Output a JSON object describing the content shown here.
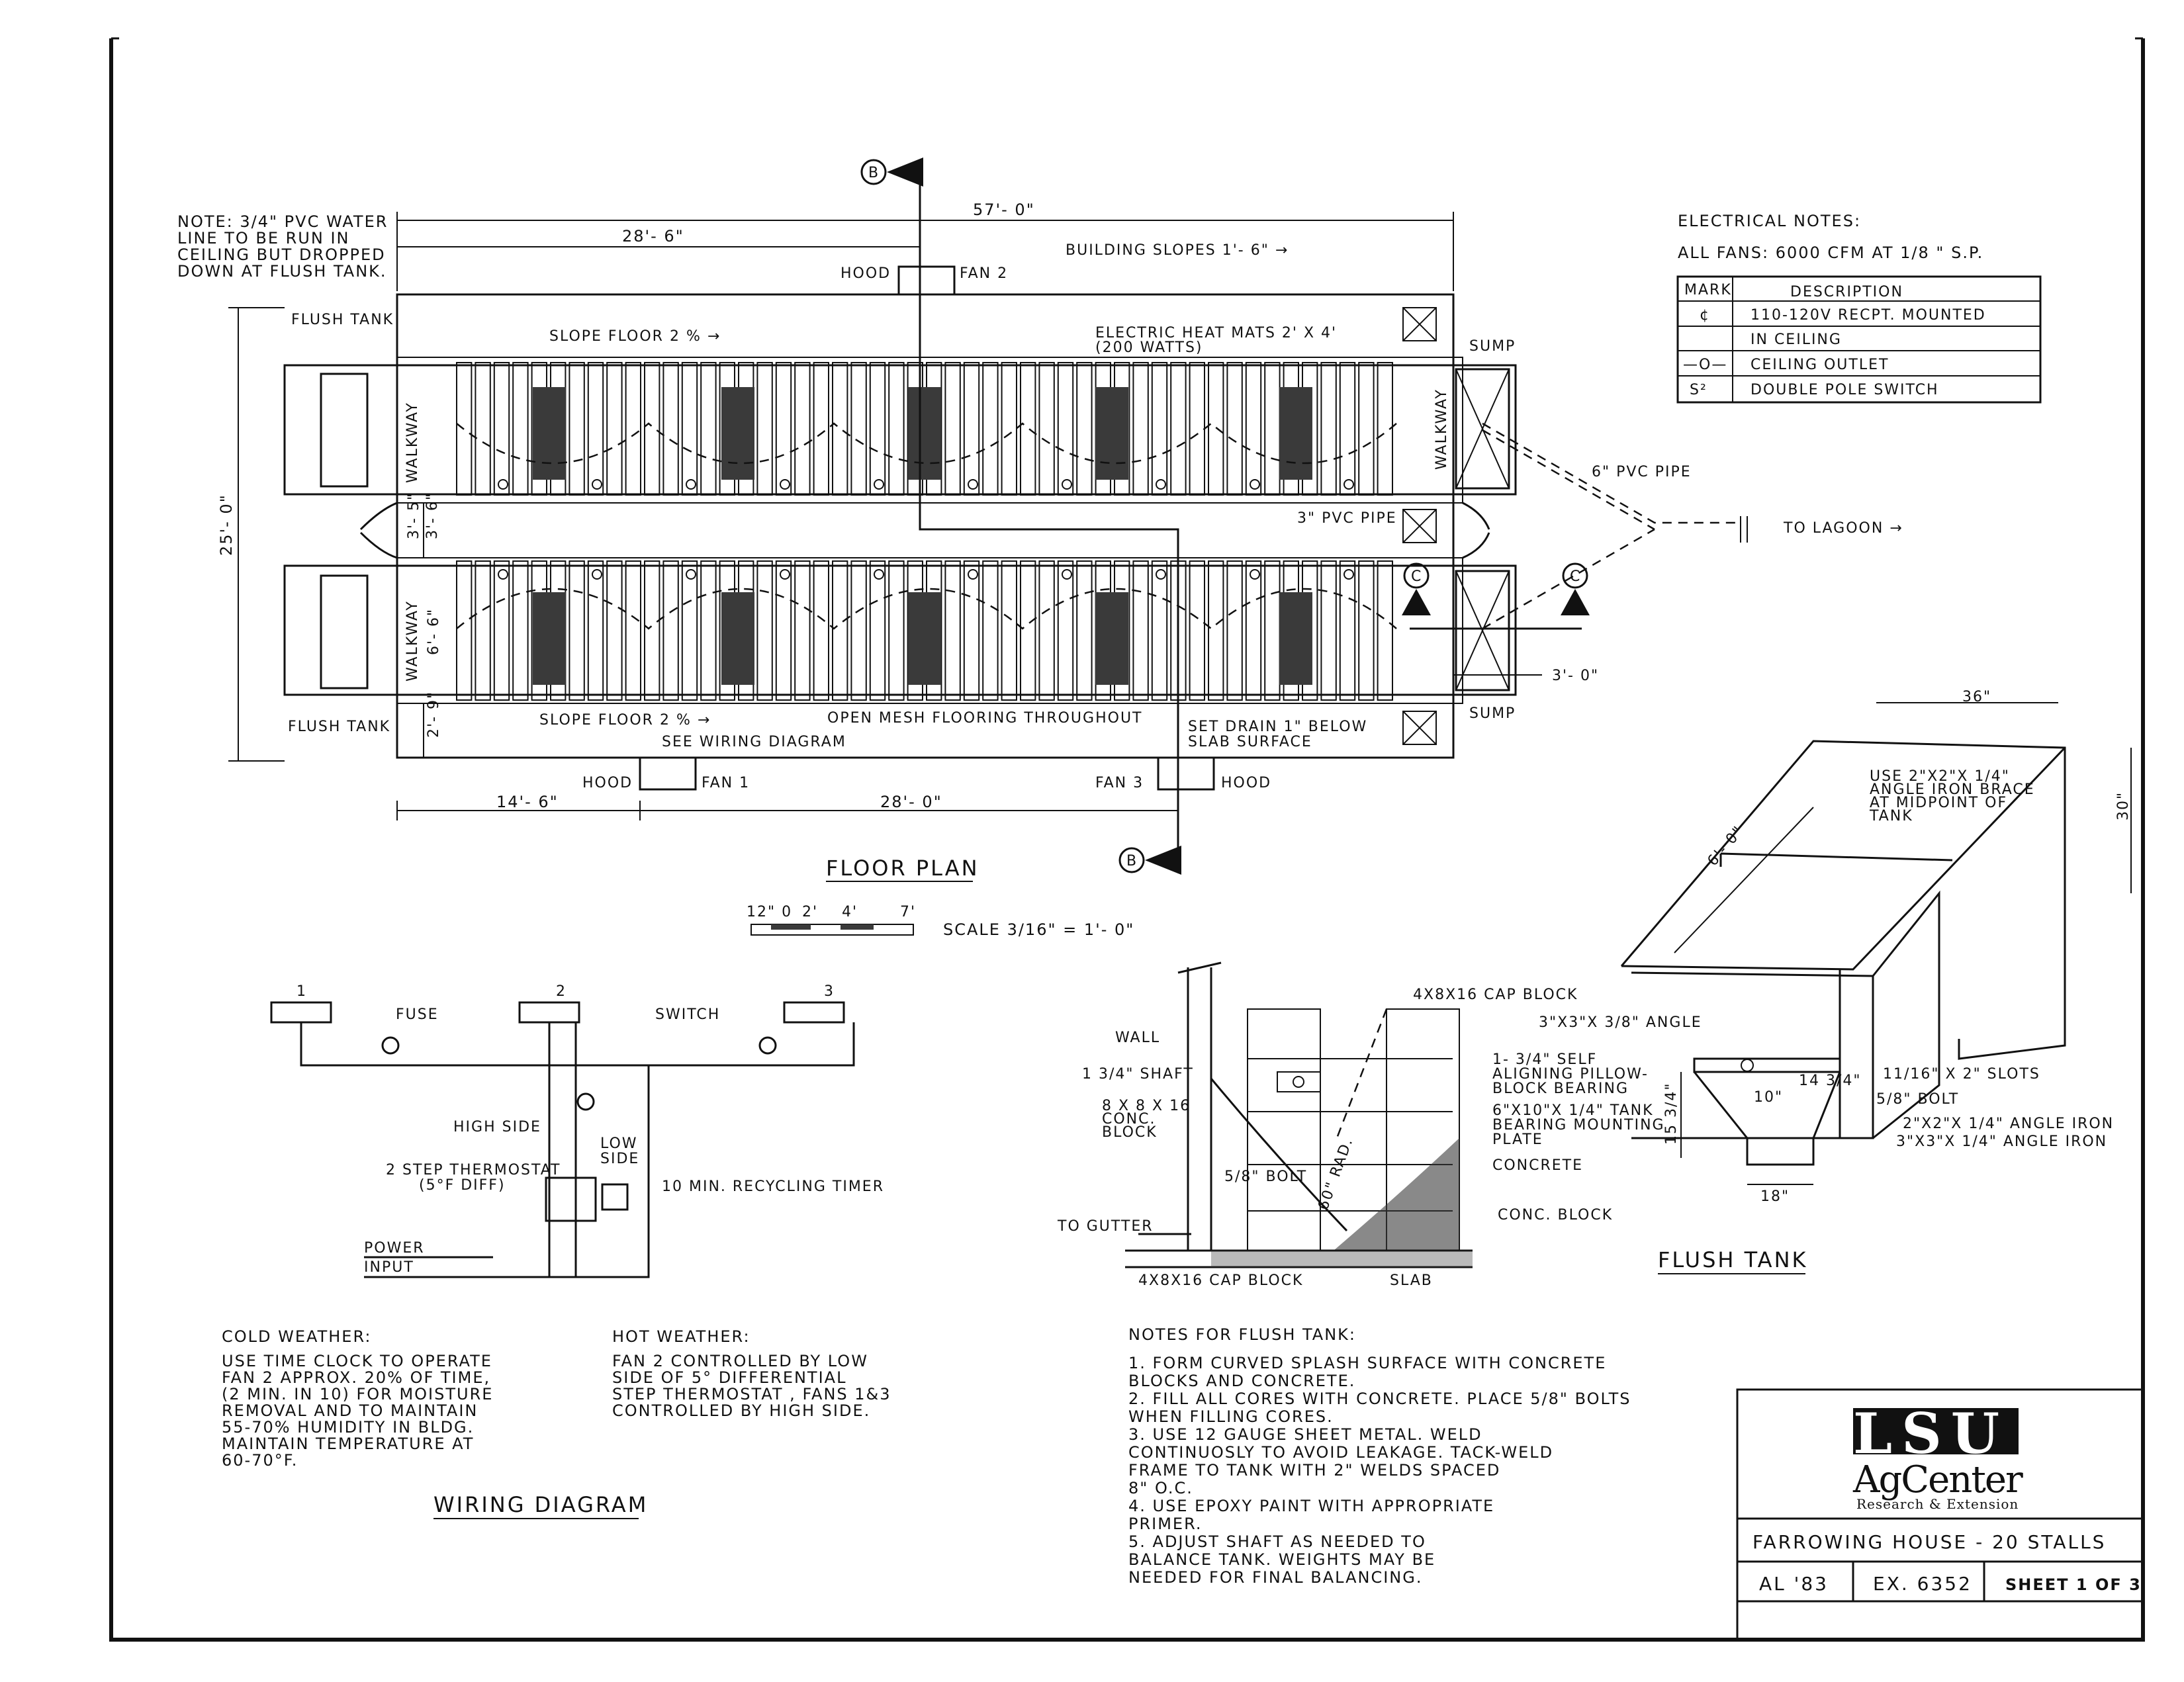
{
  "floor_plan": {
    "title": "FLOOR PLAN",
    "note": [
      "NOTE: 3/4\" PVC WATER",
      "LINE TO BE RUN IN",
      "CEILING BUT DROPPED",
      "DOWN AT FLUSH TANK."
    ],
    "dim_total": "57'- 0\"",
    "dim_half": "28'- 6\"",
    "slope_note": "BUILDING SLOPES 1'- 6\" →",
    "hood": "HOOD",
    "fan1": "FAN 1",
    "fan2": "FAN 2",
    "fan3": "FAN 3",
    "flush_tank": "FLUSH TANK",
    "slope_floor": "SLOPE FLOOR 2 % →",
    "heat_mats": [
      "ELECTRIC HEAT MATS 2' X 4'",
      "(200 WATTS)"
    ],
    "sump": "SUMP",
    "walkway": "WALKWAY",
    "pvc6": "6\" PVC PIPE",
    "pvc3": "3\" PVC PIPE",
    "to_lagoon": "TO LAGOON →",
    "dim_3_0": "3'- 0\"",
    "dim_25_0": "25'- 0\"",
    "dim_3_6": "3'- 6\"",
    "dim_6_6": "6'- 6\"",
    "dim_2_9": "2'- 9\"",
    "dim_3_5": "3'- 5\"",
    "dim_14_6": "14'- 6\"",
    "dim_28_0": "28'- 0\"",
    "see_wiring": "SEE WIRING DIAGRAM",
    "open_mesh": "OPEN MESH FLOORING THROUGHOUT",
    "set_drain": [
      "SET DRAIN 1\" BELOW",
      "SLAB SURFACE"
    ],
    "section_b": "B",
    "section_c": "C",
    "scale_label": "SCALE  3/16\" = 1'- 0\"",
    "scale_ticks": [
      "12\" 0",
      "2'",
      "4'",
      "7'"
    ]
  },
  "electrical": {
    "title": "ELECTRICAL NOTES:",
    "fans": "ALL FANS: 6000 CFM AT 1/8 \" S.P.",
    "headers": [
      "MARK",
      "DESCRIPTION"
    ],
    "rows": [
      [
        "¢",
        "110-120V RECPT. MOUNTED"
      ],
      [
        "",
        "IN CEILING"
      ],
      [
        "—O—",
        "CEILING OUTLET"
      ],
      [
        "S²",
        "DOUBLE POLE SWITCH"
      ]
    ]
  },
  "wiring": {
    "title": "WIRING DIAGRAM",
    "fan_nums": [
      "1",
      "2",
      "3"
    ],
    "fuse": "FUSE",
    "switch": "SWITCH",
    "high_side": "HIGH SIDE",
    "low_side": [
      "LOW",
      "SIDE"
    ],
    "thermostat": [
      "2 STEP THERMOSTAT",
      "(5°F DIFF)"
    ],
    "timer": "10 MIN. RECYCLING TIMER",
    "power": [
      "POWER",
      "INPUT"
    ]
  },
  "weather": {
    "cold_title": "COLD WEATHER:",
    "cold": [
      "USE TIME CLOCK TO OPERATE",
      "FAN 2 APPROX. 20% OF TIME,",
      "(2 MIN. IN 10) FOR MOISTURE",
      "REMOVAL AND TO MAINTAIN",
      "55-70% HUMIDITY IN BLDG.",
      "MAINTAIN TEMPERATURE AT",
      "60-70°F."
    ],
    "hot_title": "HOT WEATHER:",
    "hot": [
      "FAN 2 CONTROLLED BY LOW",
      "SIDE OF 5° DIFFERENTIAL",
      "STEP THERMOSTAT , FANS 1&3",
      "CONTROLLED BY HIGH SIDE."
    ]
  },
  "section": {
    "wall": "WALL",
    "shaft": "1 3/4\" SHAFT",
    "block": [
      "8 X 8 X 16",
      "CONC.",
      "BLOCK"
    ],
    "cap_block": "4X8X16 CAP BLOCK",
    "bearing": [
      "1- 3/4\" SELF",
      "ALIGNING PILLOW-",
      "BLOCK BEARING"
    ],
    "plate": [
      "6\"X10\"X 1/4\" TANK",
      "BEARING MOUNTING",
      "PLATE"
    ],
    "concrete": "CONCRETE",
    "conc_block": "CONC. BLOCK",
    "bolt": "5/8\" BOLT",
    "rad": "60\" RAD.",
    "to_gutter": "TO GUTTER",
    "cap_bottom": "4X8X16  CAP BLOCK",
    "slab": "SLAB"
  },
  "flush_tank": {
    "title": "FLUSH TANK",
    "dim_36": "36\"",
    "dim_30": "30\"",
    "dim_6_0": "6'- 0\"",
    "brace": [
      "USE 2\"X2\"X 1/4\"",
      "ANGLE IRON BRACE",
      "AT MIDPOINT OF",
      "TANK"
    ],
    "angle": "3\"X3\"X 3/8\" ANGLE",
    "slots": "11/16\" X 2\" SLOTS",
    "bolt": "5/8\" BOLT",
    "dim_14": "14 3/4\"",
    "dim_10": "10\"",
    "dim_15": "15 3/4\"",
    "angle2": "2\"X2\"X 1/4\" ANGLE IRON",
    "angle3": "3\"X3\"X 1/4\" ANGLE IRON",
    "dim_18": "18\""
  },
  "notes": {
    "title": "NOTES FOR FLUSH TANK:",
    "lines": [
      "1. FORM CURVED SPLASH SURFACE WITH CONCRETE",
      "BLOCKS AND CONCRETE.",
      "2. FILL ALL CORES WITH CONCRETE. PLACE 5/8\" BOLTS",
      "WHEN FILLING CORES.",
      "3. USE 12 GAUGE SHEET METAL. WELD",
      "CONTINUOSLY TO AVOID LEAKAGE. TACK-WELD",
      "FRAME TO TANK WITH 2\" WELDS SPACED",
      "8\" O.C.",
      "4. USE EPOXY PAINT WITH APPROPRIATE",
      "PRIMER.",
      "5. ADJUST SHAFT AS NEEDED TO",
      "BALANCE TANK. WEIGHTS MAY BE",
      "NEEDED FOR FINAL BALANCING."
    ]
  },
  "title_block": {
    "logo_top": "LSU",
    "logo_mid": "AgCenter",
    "logo_sub": "Research & Extension",
    "project": "FARROWING HOUSE - 20 STALLS",
    "author": "AL '83",
    "number": "EX. 6352",
    "sheet": "SHEET 1 OF 3"
  }
}
